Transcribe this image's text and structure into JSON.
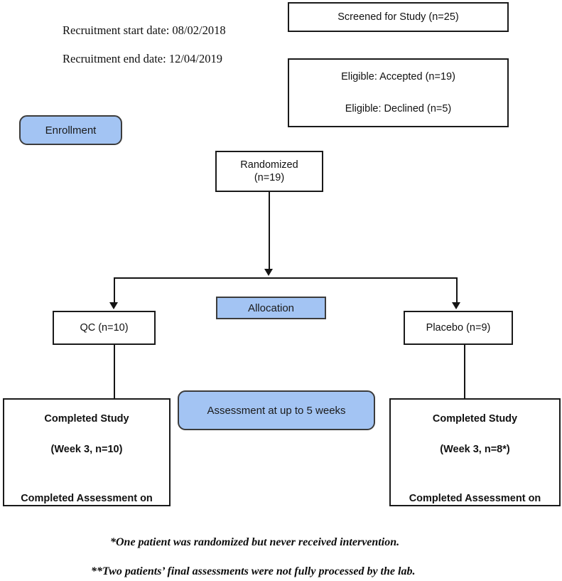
{
  "diagram": {
    "title": "CONSORT participant flow diagram",
    "colors": {
      "phase_fill": "#a3c4f3",
      "phase_border": "#3c3c3c",
      "box_border": "#1a1a1a",
      "connector": "#141414",
      "background": "#ffffff",
      "text": "#111111"
    }
  },
  "recruitment": {
    "start_label": "Recruitment start date: 08/02/2018",
    "end_label": "Recruitment end date: 12/04/2019"
  },
  "phases": {
    "enrollment": "Enrollment",
    "allocation": "Allocation",
    "assessment": "Assessment at up to 5 weeks"
  },
  "boxes": {
    "screened": {
      "lines": [
        "Screened for Study (n=25)"
      ]
    },
    "eligible": {
      "lines": [
        "Eligible: Accepted (n=19)",
        "Eligible: Declined (n=5)"
      ]
    },
    "randomized": {
      "lines": [
        "Randomized",
        "(n=19)"
      ]
    },
    "qc_arm": {
      "lines": [
        "QC (n=10)"
      ]
    },
    "placebo_arm": {
      "lines": [
        "Placebo (n=9)"
      ]
    },
    "qc_outcome": {
      "line1": "Completed Study",
      "line2": "(Week 3, n=10)",
      "line3": "Completed Assessment on"
    },
    "placebo_outcome": {
      "line1": "Completed Study",
      "line2": "(Week 3, n=8*)",
      "line3": "Completed Assessment on"
    }
  },
  "footnotes": {
    "one": "*One patient was randomized but never received intervention.",
    "two": "**Two patients’ final assessments were not fully processed by the lab."
  }
}
